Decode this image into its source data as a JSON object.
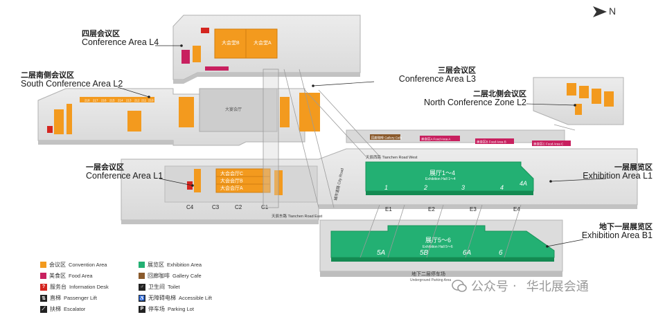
{
  "compass": {
    "label": "N"
  },
  "areas": {
    "l4": {
      "zh": "四层会议区",
      "en": "Conference Area L4"
    },
    "south_l2": {
      "zh": "二层南侧会议区",
      "en": "South Conference Area L2"
    },
    "l3": {
      "zh": "三层会议区",
      "en": "Conference Area L3"
    },
    "north_l2": {
      "zh": "二层北侧会议区",
      "en": "North Conference Zone L2"
    },
    "l1": {
      "zh": "一层会议区",
      "en": "Conference Area L1"
    },
    "ex_l1": {
      "zh": "一层展览区",
      "en": "Exhibition Area L1"
    },
    "ex_b1": {
      "zh": "地下一层展览区",
      "en": "Exhibition Area B1"
    }
  },
  "map_text": {
    "hall_a4": "大会堂A",
    "hall_b4": "大会堂B",
    "banquet_l3": "大宴会厅",
    "hall_c": "大会会厅C",
    "hall_b": "大会会厅B",
    "hall_a": "大会会厅A",
    "hall_1_4": "展厅1～4",
    "hall_5_6": "展厅5～6",
    "exhibition_hall_1_4": "Exhibition Hall 1～4",
    "exhibition_hall_5_6": "Exhibition Hall 5～6",
    "road_west": "天辰西路 Tianchen Road West",
    "road_east": "天辰东路 Tianchen Road East",
    "road_city": "城市道路 City Road",
    "parking_b2": "地下二层停车场",
    "parking_b2_en": "Underground Parking Area",
    "gallery_cafe": "回廊咖啡 Gallery Cafe",
    "food_a": "美食区A Food Area A",
    "food_b": "美食区B Food Area B",
    "food_c": "美食区C Food Area C",
    "entrances": [
      "C4",
      "C3",
      "C2",
      "C1"
    ],
    "halls_l1": [
      "E1",
      "E2",
      "E3",
      "E4"
    ],
    "hall_numbers_l1": [
      "1",
      "2",
      "3",
      "4",
      "4A"
    ],
    "hall_numbers_b1": [
      "5A",
      "5B",
      "6A",
      "6"
    ],
    "rooms_south": [
      "218",
      "217",
      "216",
      "215",
      "214",
      "213",
      "212",
      "211",
      "210"
    ]
  },
  "legend": [
    {
      "zh": "会议区",
      "en": "Convention Area",
      "color": "#f39a1e"
    },
    {
      "zh": "美食区",
      "en": "Food Area",
      "color": "#c8205f"
    },
    {
      "zh": "服务台",
      "en": "Information Desk",
      "color": "#d4251f"
    },
    {
      "zh": "直梯",
      "en": "Passenger Lift",
      "icon": "elevator-icon"
    },
    {
      "zh": "扶梯",
      "en": "Escalator",
      "icon": "escalator-icon"
    },
    {
      "zh": "展览区",
      "en": "Exhibition Area",
      "color": "#23b073"
    },
    {
      "zh": "回廊咖啡",
      "en": "Gallery Cafe",
      "color": "#8a5a2c"
    },
    {
      "zh": "卫生间",
      "en": "Toilet",
      "icon": "toilet-icon"
    },
    {
      "zh": "无障碍电梯",
      "en": "Accessible Lift",
      "icon": "accessible-lift-icon"
    },
    {
      "zh": "停车场",
      "en": "Parking Lot",
      "icon": "parking-icon"
    }
  ],
  "watermark": {
    "text1": "公众号",
    "dot": "·",
    "text2": "华北展会通"
  },
  "colors": {
    "convention": "#f39a1e",
    "food": "#c8205f",
    "info": "#d4251f",
    "exhibition": "#23b073",
    "cafe": "#8a5a2c",
    "floor": "#e6e6e6",
    "floor_dark": "#cfcfcf"
  }
}
